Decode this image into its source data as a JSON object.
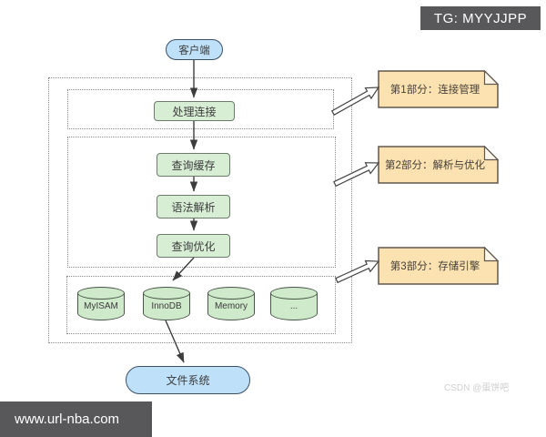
{
  "overlays": {
    "tg_badge": "TG: MYYJJPP",
    "url_bar": "www.url-nba.com",
    "watermark": "CSDN @蛋饼吧"
  },
  "flowchart": {
    "client_label": "客户端",
    "steps": {
      "connect": "处理连接",
      "cache": "查询缓存",
      "parse": "语法解析",
      "optimize": "查询优化"
    },
    "engines": [
      "MyISAM",
      "InnoDB",
      "Memory",
      "..."
    ],
    "file_system_label": "文件系统",
    "notes": [
      "第1部分：连接管理",
      "第2部分：解析与优化",
      "第3部分：存储引擎"
    ]
  },
  "colors": {
    "node_blue_fill": "#BEE0F8",
    "node_green_fill": "#D7EDD4",
    "cylinder_green_fill": "#CFE9CB",
    "note_yellow_fill": "#FBE2B0",
    "badge_gray": "#58585A",
    "connector": "#3d3d3d"
  }
}
